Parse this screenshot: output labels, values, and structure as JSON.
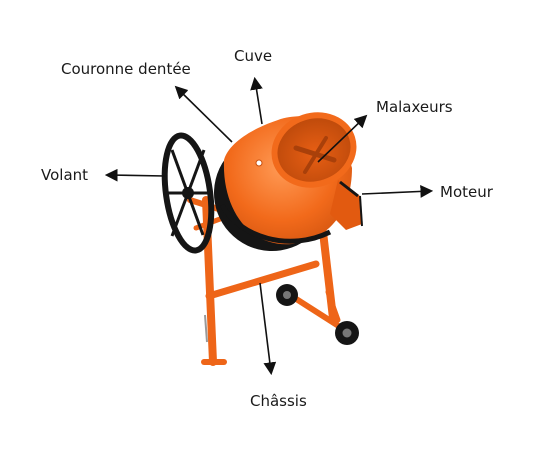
{
  "labels": {
    "couronne": "Couronne dentée",
    "cuve": "Cuve",
    "malaxeurs": "Malaxeurs",
    "volant": "Volant",
    "moteur": "Moteur",
    "chassis": "Châssis"
  },
  "colors": {
    "drum": "#f26a1b",
    "drum_dark": "#c94e0c",
    "drum_light": "#ff9a55",
    "frame": "#ee6518",
    "black": "#151515",
    "arrow": "#111111"
  },
  "icons": {
    "arrow": "arrow-icon"
  }
}
